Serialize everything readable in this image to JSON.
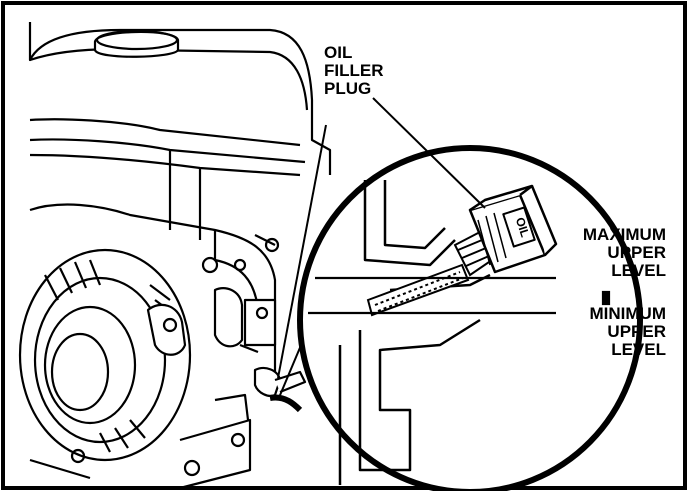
{
  "labels": {
    "oil_filler_plug": [
      "OIL",
      "FILLER",
      "PLUG"
    ],
    "maximum_upper_level": [
      "MAXIMUM",
      "UPPER",
      "LEVEL"
    ],
    "minimum_upper_level": [
      "MINIMUM",
      "UPPER",
      "LEVEL"
    ],
    "cap_marking": "OIL"
  },
  "colors": {
    "ink": "#000000",
    "paper": "#ffffff"
  }
}
